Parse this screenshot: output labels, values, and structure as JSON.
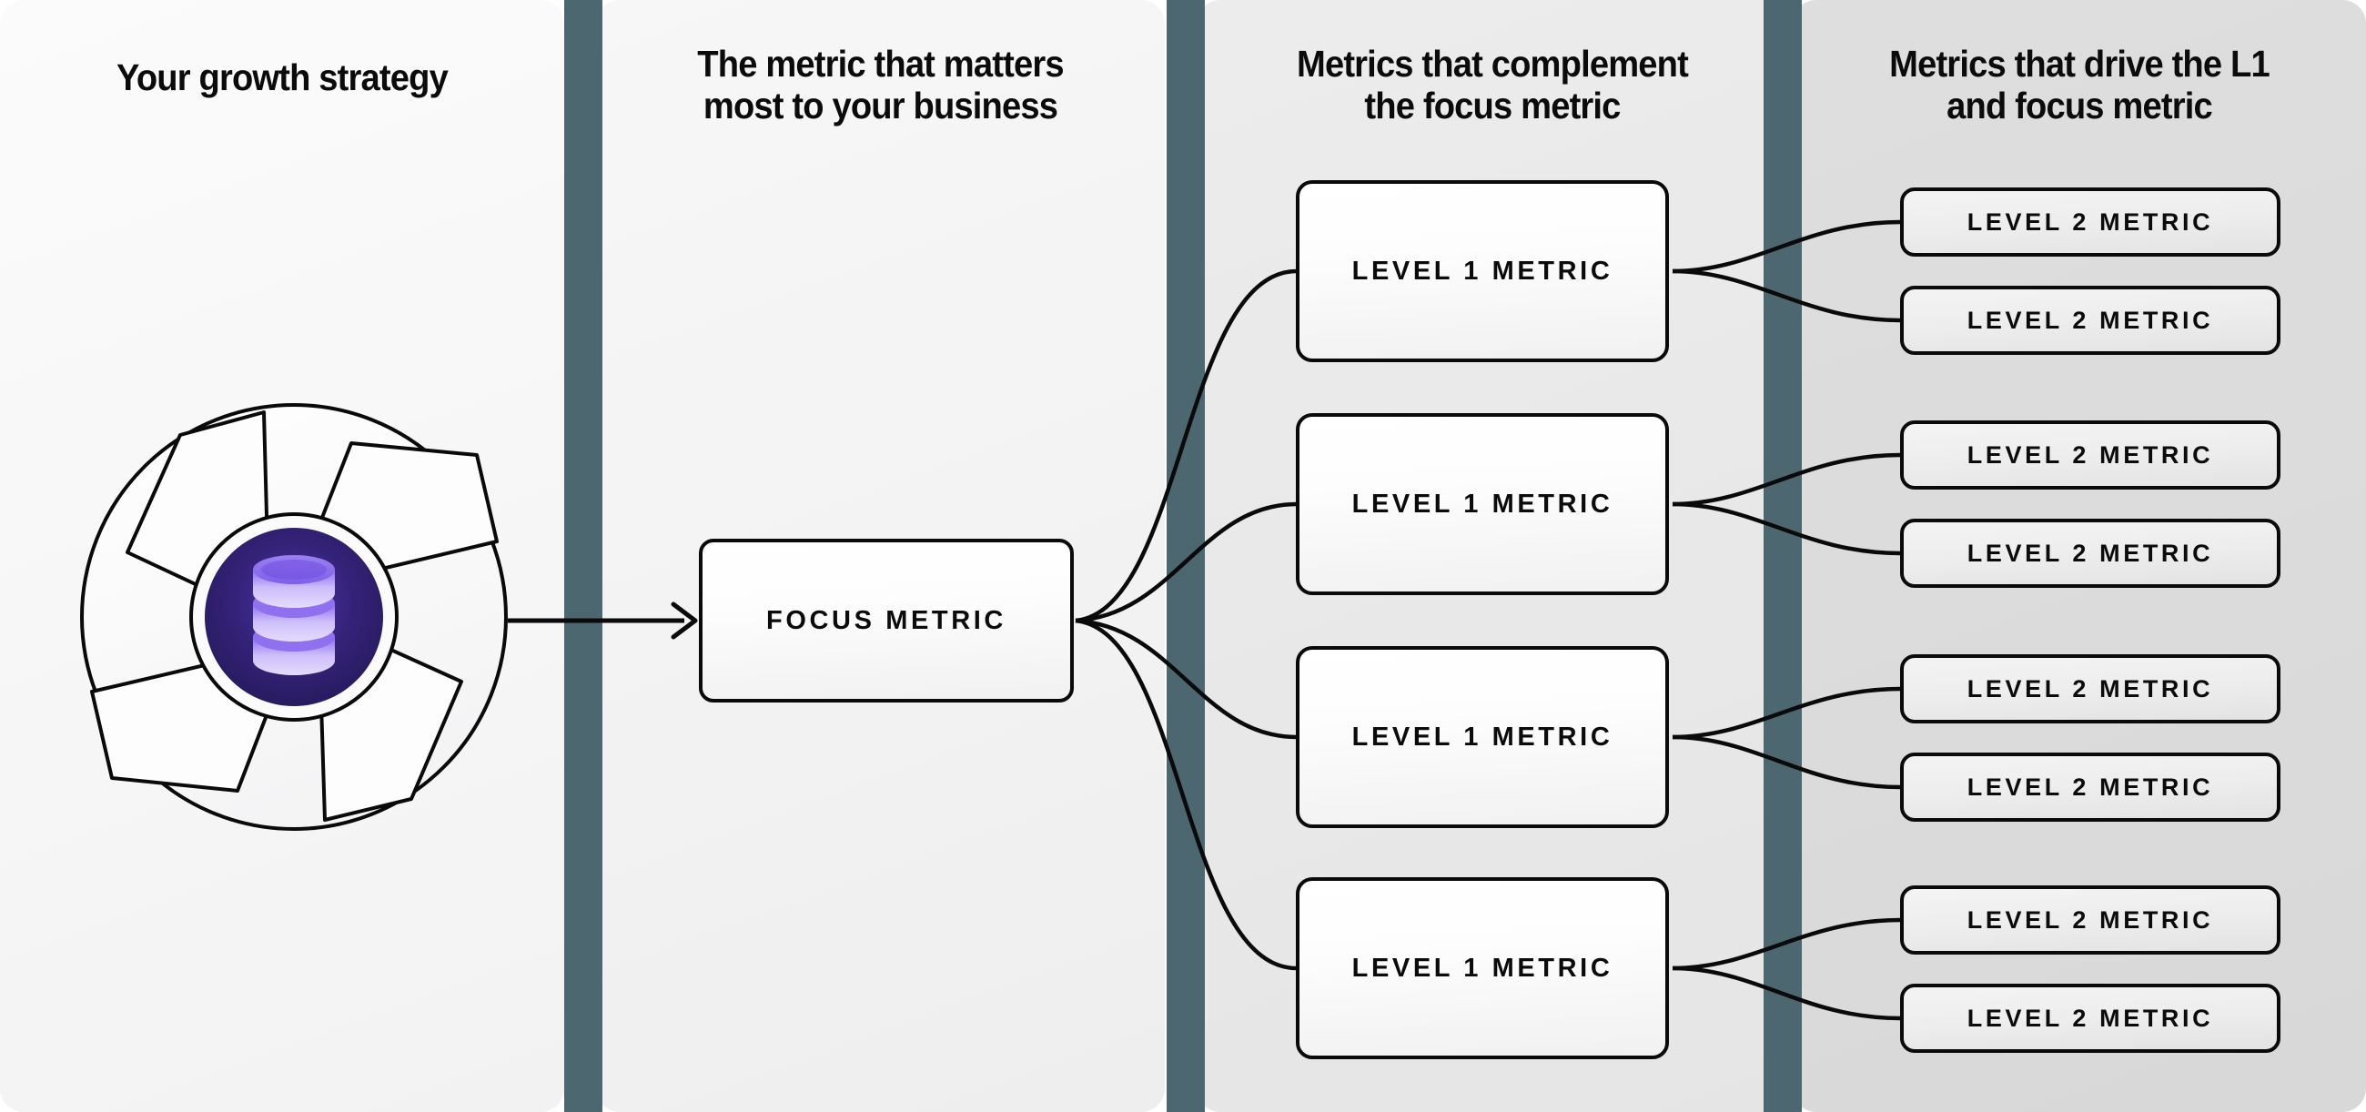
{
  "columns": [
    {
      "id": "growth-strategy",
      "title": "Your growth strategy"
    },
    {
      "id": "focus-metric",
      "title": "The metric that matters\nmost to your business"
    },
    {
      "id": "complement",
      "title": "Metrics that complement\nthe focus metric"
    },
    {
      "id": "drivers",
      "title": "Metrics that drive the L1\nand focus metric"
    }
  ],
  "strategy_graphic": {
    "icon": "database-icon",
    "shape": "pinwheel-circle",
    "core_color": "#2d1f6b",
    "disc_color": "#b49cf7"
  },
  "focus": {
    "label": "FOCUS METRIC"
  },
  "branches": [
    {
      "l1": {
        "label": "LEVEL 1 METRIC"
      },
      "l2": [
        {
          "label": "LEVEL 2 METRIC"
        },
        {
          "label": "LEVEL 2 METRIC"
        }
      ]
    },
    {
      "l1": {
        "label": "LEVEL 1 METRIC"
      },
      "l2": [
        {
          "label": "LEVEL 2 METRIC"
        },
        {
          "label": "LEVEL 2 METRIC"
        }
      ]
    },
    {
      "l1": {
        "label": "LEVEL 1 METRIC"
      },
      "l2": [
        {
          "label": "LEVEL 2 METRIC"
        },
        {
          "label": "LEVEL 2 METRIC"
        }
      ]
    },
    {
      "l1": {
        "label": "LEVEL 1 METRIC"
      },
      "l2": [
        {
          "label": "LEVEL 2 METRIC"
        },
        {
          "label": "LEVEL 2 METRIC"
        }
      ]
    }
  ],
  "colors": {
    "divider": "#4d6771",
    "stroke": "#0a0a0a",
    "panel_1": "#f6f6f6",
    "panel_2": "#f2f2f2",
    "panel_3": "#e8e8e8",
    "panel_4": "#dbdbdb",
    "accent_purple": "#2d1f6b"
  }
}
